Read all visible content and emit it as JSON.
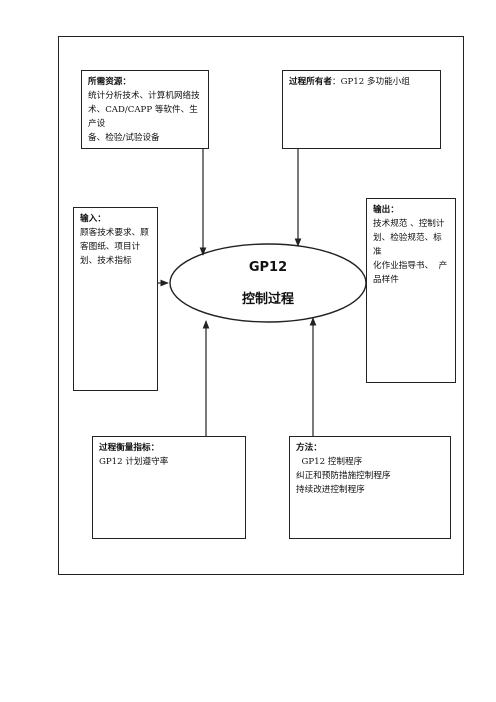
{
  "resources": {
    "title": "所需资源：",
    "lines": [
      "统计分析技术、计算机网络技",
      "术、CAD/CAPP 等软件、生产设",
      "备、检验/试验设备"
    ]
  },
  "owner": {
    "title": "过程所有者",
    "text": "：GP12 多功能小组"
  },
  "input": {
    "title": "输入：",
    "lines": [
      "顾客技术要求、顾",
      "客图纸、项目计",
      "划、技术指标"
    ]
  },
  "output": {
    "title": "输出：",
    "lines": [
      "技术规范 、控制计",
      "划、检验规范、标准",
      "化作业指导书、  产",
      "品样件"
    ]
  },
  "process": {
    "code": "GP12",
    "name": "控制过程"
  },
  "metrics": {
    "title": "过程衡量指标：",
    "lines": [
      "GP12 计划遵守率"
    ]
  },
  "methods": {
    "title": "方法：",
    "lines": [
      "  GP12 控制程序",
      "纠正和预防措施控制程序",
      "持续改进控制程序"
    ]
  }
}
